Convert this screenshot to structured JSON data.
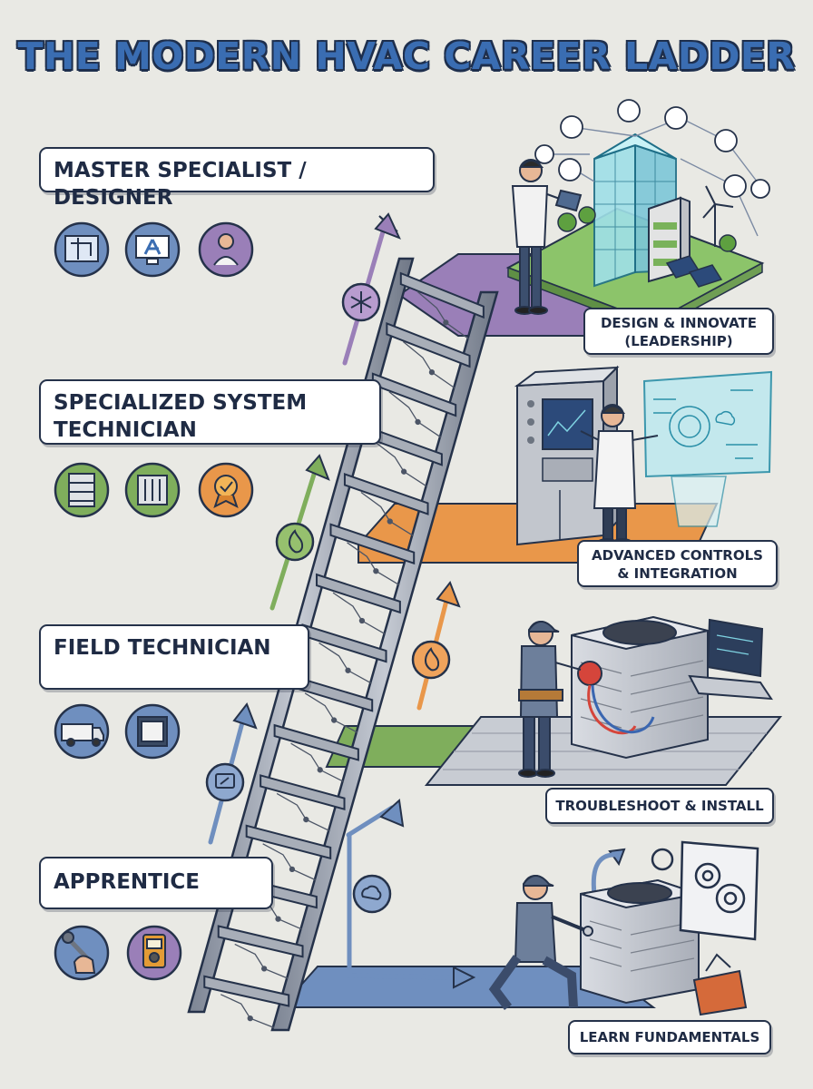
{
  "title": "THE MODERN HVAC CAREER LADDER",
  "levels": [
    {
      "name": "MASTER SPECIALIST / DESIGNER",
      "step": "DESIGN & INNOVATE (LEADERSHIP)",
      "color": "#9a7fb8",
      "icons": [
        "blueprint-icon",
        "cad-monitor-icon",
        "presenter-icon"
      ]
    },
    {
      "name": "SPECIALIZED SYSTEM TECHNICIAN",
      "step": "ADVANCED CONTROLS & INTEGRATION",
      "color": "#e9974a",
      "icons": [
        "server-rack-icon",
        "control-panel-icon",
        "certification-badge-icon"
      ]
    },
    {
      "name": "FIELD TECHNICIAN",
      "step": "TROUBLESHOOT & INSTALL",
      "color": "#7fae5c",
      "icons": [
        "service-van-icon",
        "tablet-schematic-icon"
      ]
    },
    {
      "name": "APPRENTICE",
      "step": "LEARN FUNDAMENTALS",
      "color": "#6f8fbf",
      "icons": [
        "wrench-hand-icon",
        "multimeter-icon"
      ]
    }
  ]
}
